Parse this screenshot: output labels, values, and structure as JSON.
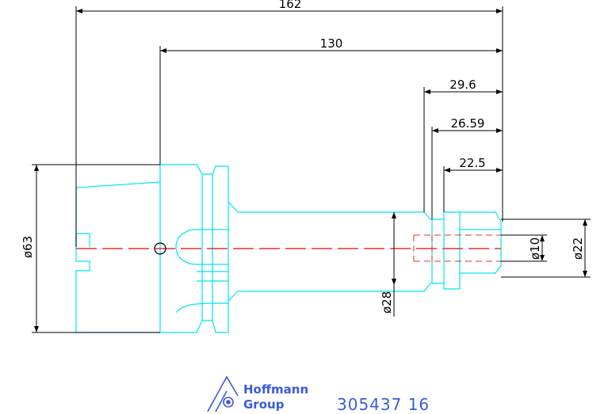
{
  "dimensions": {
    "overall_length": "162",
    "gauge_length": "130",
    "length_1": "29.6",
    "length_2": "26.59",
    "length_3": "22.5",
    "diameter_flange": "ø63",
    "diameter_shank": "ø28",
    "diameter_bore": "ø10",
    "diameter_nose": "ø22"
  },
  "logo": {
    "name_line1": "Hoffmann",
    "name_line2": "Group"
  },
  "part_number": "305437 16",
  "colors": {
    "outline": "#00e5ee",
    "center_line": "#e8312a",
    "dimension_line": "#000000",
    "logo": "#3b5bdb"
  }
}
